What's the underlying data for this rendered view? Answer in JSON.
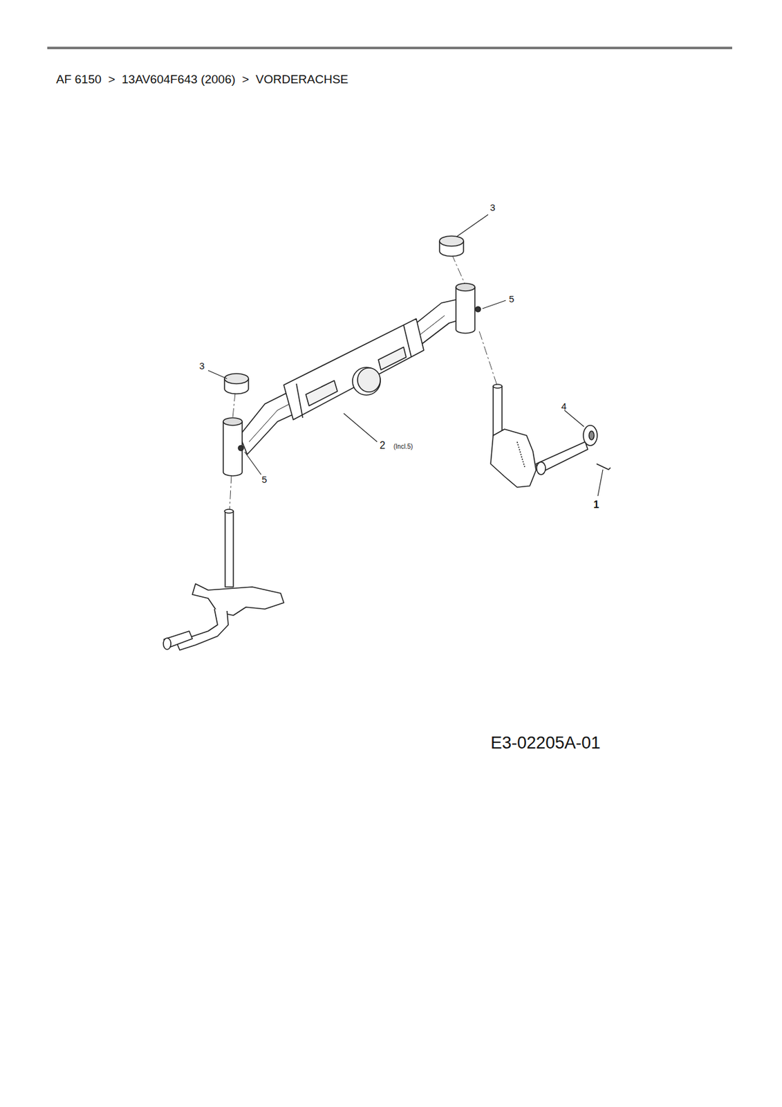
{
  "diagram": {
    "title": "AF 6150  >  13AV604F643 (2006)  >  VORDERACHSE",
    "labels": [
      "3",
      "5",
      "3",
      "2",
      "(Incl.5)",
      "4",
      "5",
      "1",
      "E3-02205A-01"
    ]
  }
}
